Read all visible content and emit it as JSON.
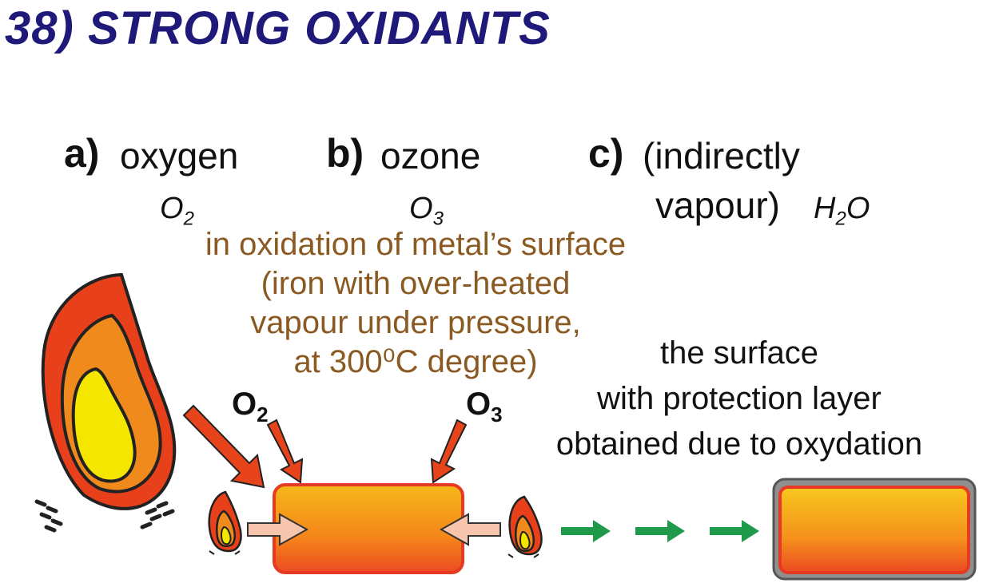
{
  "title": "38) STRONG OXIDANTS",
  "items": [
    {
      "letter": "a)",
      "name": "oxygen",
      "formula_main": "O",
      "formula_sub": "2"
    },
    {
      "letter": "b)",
      "name": "ozone",
      "formula_main": "O",
      "formula_sub": "3"
    },
    {
      "letter": "c)",
      "name_line1": "(indirectly",
      "name_line2": "vapour)",
      "formula_main1": "H",
      "formula_sub": "2",
      "formula_main2": "O"
    }
  ],
  "oxidation_note": {
    "line1": "in oxidation of metal’s surface",
    "line2": "(iron with over-heated",
    "line3": "vapour under pressure,",
    "line4": "at 300⁰C degree)"
  },
  "result_note": {
    "line1": "the surface",
    "line2": "with protection layer",
    "line3": "obtained due to oxydation"
  },
  "gas_labels": [
    {
      "main": "O",
      "sub": "2"
    },
    {
      "main": "O",
      "sub": "3"
    }
  ],
  "colors": {
    "title": "#1f1a7a",
    "brown_text": "#8a5a22",
    "flame_outer": "#e8401a",
    "flame_mid": "#f08a1c",
    "flame_inner": "#f5e600",
    "green_arrow": "#1e9a4a",
    "layer_border": "#555555"
  }
}
